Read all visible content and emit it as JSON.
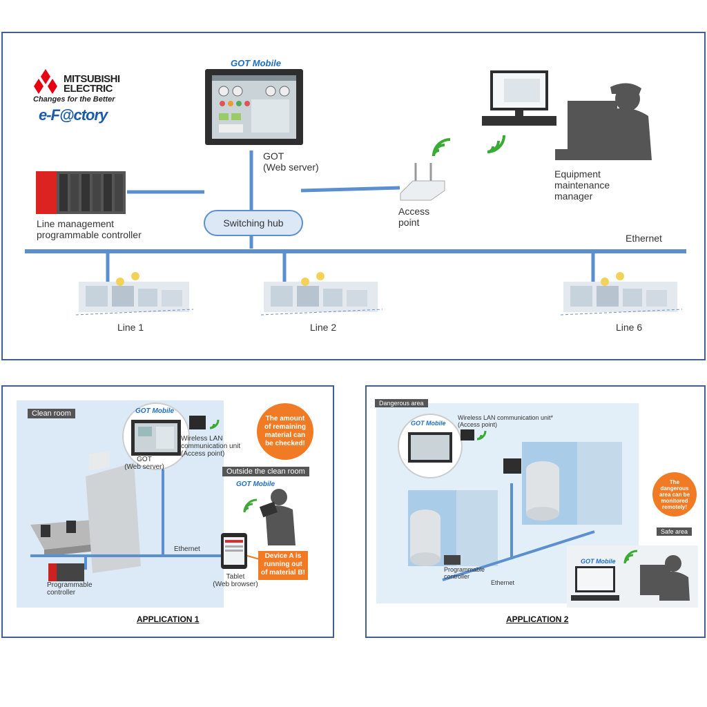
{
  "brand": {
    "company_line1": "MITSUBISHI",
    "company_line2": "ELECTRIC",
    "tagline": "Changes for the Better",
    "efactory": "e-F@ctory"
  },
  "top_diagram": {
    "got_logo": "GOT Mobile",
    "got_label": "GOT\n(Web server)",
    "switching_hub": "Switching hub",
    "plc_label": "Line management\nprogrammable controller",
    "access_point_label": "Access\npoint",
    "manager_label": "Equipment\nmaintenance\nmanager",
    "ethernet_label": "Ethernet",
    "lines": [
      "Line 1",
      "Line 2",
      "Line 6"
    ]
  },
  "application1": {
    "area_tag": "Clean room",
    "got_logo": "GOT Mobile",
    "got_label": "GOT\n(Web server)",
    "wlan_label": "Wireless LAN\ncommunication unit\n(Access point)",
    "bubble": "The amount\nof remaining\nmaterial can\nbe checked!",
    "outside_tag": "Outside the clean room",
    "outside_got_logo": "GOT Mobile",
    "alert": "Device A is\nrunning out\nof material B!",
    "tablet_label": "Tablet\n(Web browser)",
    "ethernet_label": "Ethernet",
    "plc_label": "Programmable\ncontroller",
    "title": "APPLICATION 1"
  },
  "application2": {
    "area_tag": "Dangerous area",
    "got_logo": "GOT Mobile",
    "wlan_label": "Wireless LAN communication unit*\n(Access point)",
    "bubble": "The\ndangerous\narea can be\nmonitored\nremotely!",
    "safe_tag": "Safe area",
    "plc_label": "Programmable\ncontroller",
    "ethernet_label": "Ethernet",
    "pc_got_logo": "GOT Mobile",
    "title": "APPLICATION 2"
  },
  "colors": {
    "frame": "#3f5f8f",
    "network": "#5b8fd0",
    "accent_orange": "#f07b24",
    "wifi_green": "#3aaa35",
    "brand_red": "#e60012",
    "brand_blue": "#1a5aa8"
  }
}
